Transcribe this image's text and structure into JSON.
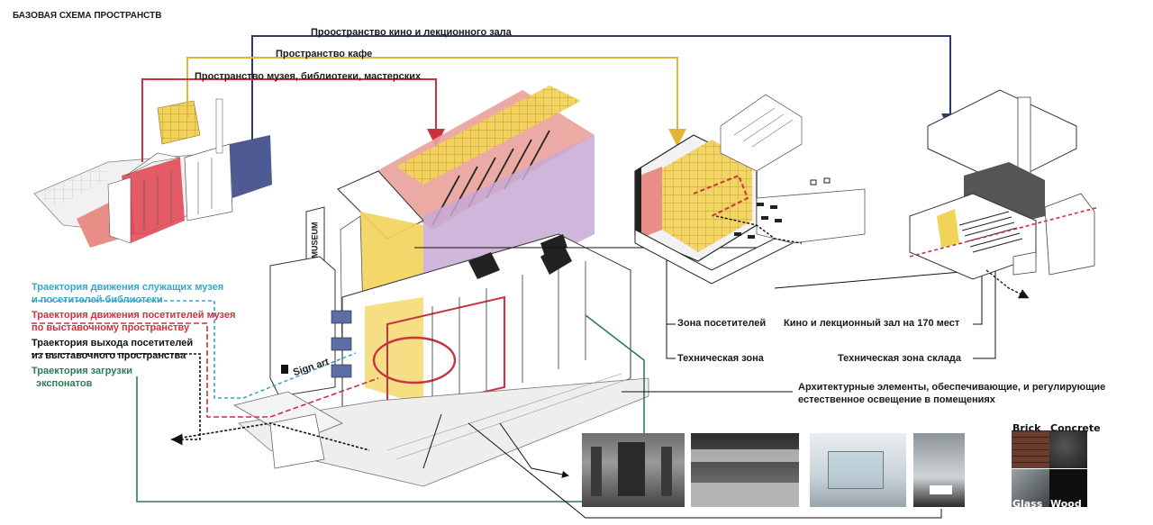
{
  "title": "БАЗОВАЯ СХЕМА ПРОСТРАНСТВ",
  "zones": {
    "cinema": "Проостранство кино и лекционного зала",
    "cafe": "Пространство кафе",
    "museum": "Пространство музея, библиотеки, мастерских"
  },
  "trajectories": {
    "staff_line1": "Траектория движения служащих музея",
    "staff_line2": "и посетителей библиотеки",
    "visitors_line1": "Траектория движения посетителей музея",
    "visitors_line2": "по выставочному пространству",
    "exit_line1": "Траектория выхода посетителей",
    "exit_line2": "из выставочного пространства",
    "loading_line1": "Траектория загрузки",
    "loading_line2": "экспонатов"
  },
  "callouts": {
    "visitor_zone": "Зона посетителей",
    "technical_zone": "Техническая зона",
    "cinema_hall": "Кино и лекционный зал на 170 мест",
    "warehouse_zone": "Техническая зона склада",
    "arch_line1": "Архитектурные элементы, обеспечивающие, и регулирующие",
    "arch_line2": "естественное освещение в помещениях"
  },
  "building_signs": {
    "museum": "MUSEUM",
    "sign_art": "Sign art"
  },
  "materials": {
    "brick": "Brick",
    "concrete": "Concrete",
    "glass": "Glass",
    "wood": "Wood"
  },
  "colors": {
    "cinema_line": "#2e3a6e",
    "cafe_line": "#e0b53a",
    "museum_line": "#c8333f",
    "staff_path": "#3aa3c9",
    "visitor_path": "#c8333f",
    "exit_path": "#111111",
    "loading_path": "#2f7a55",
    "yellow_zone": "#f2d35a",
    "pink_zone": "#e98e86",
    "purple_zone": "#c9a9d6",
    "blue_zone": "#4e5a93"
  }
}
